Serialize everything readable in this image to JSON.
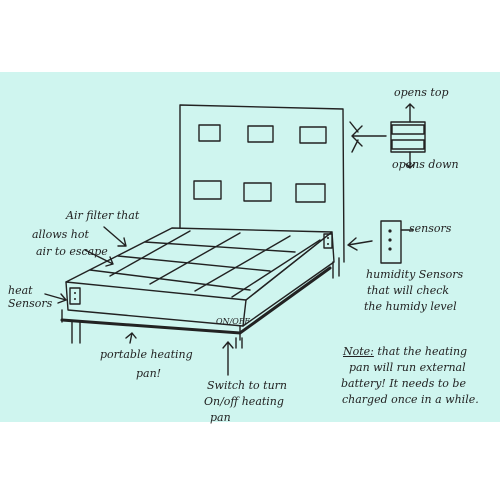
{
  "labels": {
    "opens_top": "opens top",
    "opens_down": "opens down",
    "sensors": "sensors",
    "air_filter": "Air filter that allows hot air to escape",
    "air_filter_l1": "Air filter that",
    "air_filter_l2": "allows hot",
    "air_filter_l3": "air to escape",
    "heat_sensors_l1": "heat",
    "heat_sensors_l2": "Sensors",
    "humidity_l1": "humidity Sensors",
    "humidity_l2": "that will check",
    "humidity_l3": "the humidy level",
    "onoff_small": "ON/OFF",
    "portable_l1": "portable heating",
    "portable_l2": "pan!",
    "switch_l1": "Switch to turn",
    "switch_l2": "On/off heating",
    "switch_l3": "pan",
    "note_prefix": "Note:",
    "note_l1": "that the heating",
    "note_l2": "pan will run external",
    "note_l3": "battery! It needs to be",
    "note_l4": "charged once in a while."
  },
  "colors": {
    "panel": "#cff5ef",
    "ink": "#222222"
  }
}
